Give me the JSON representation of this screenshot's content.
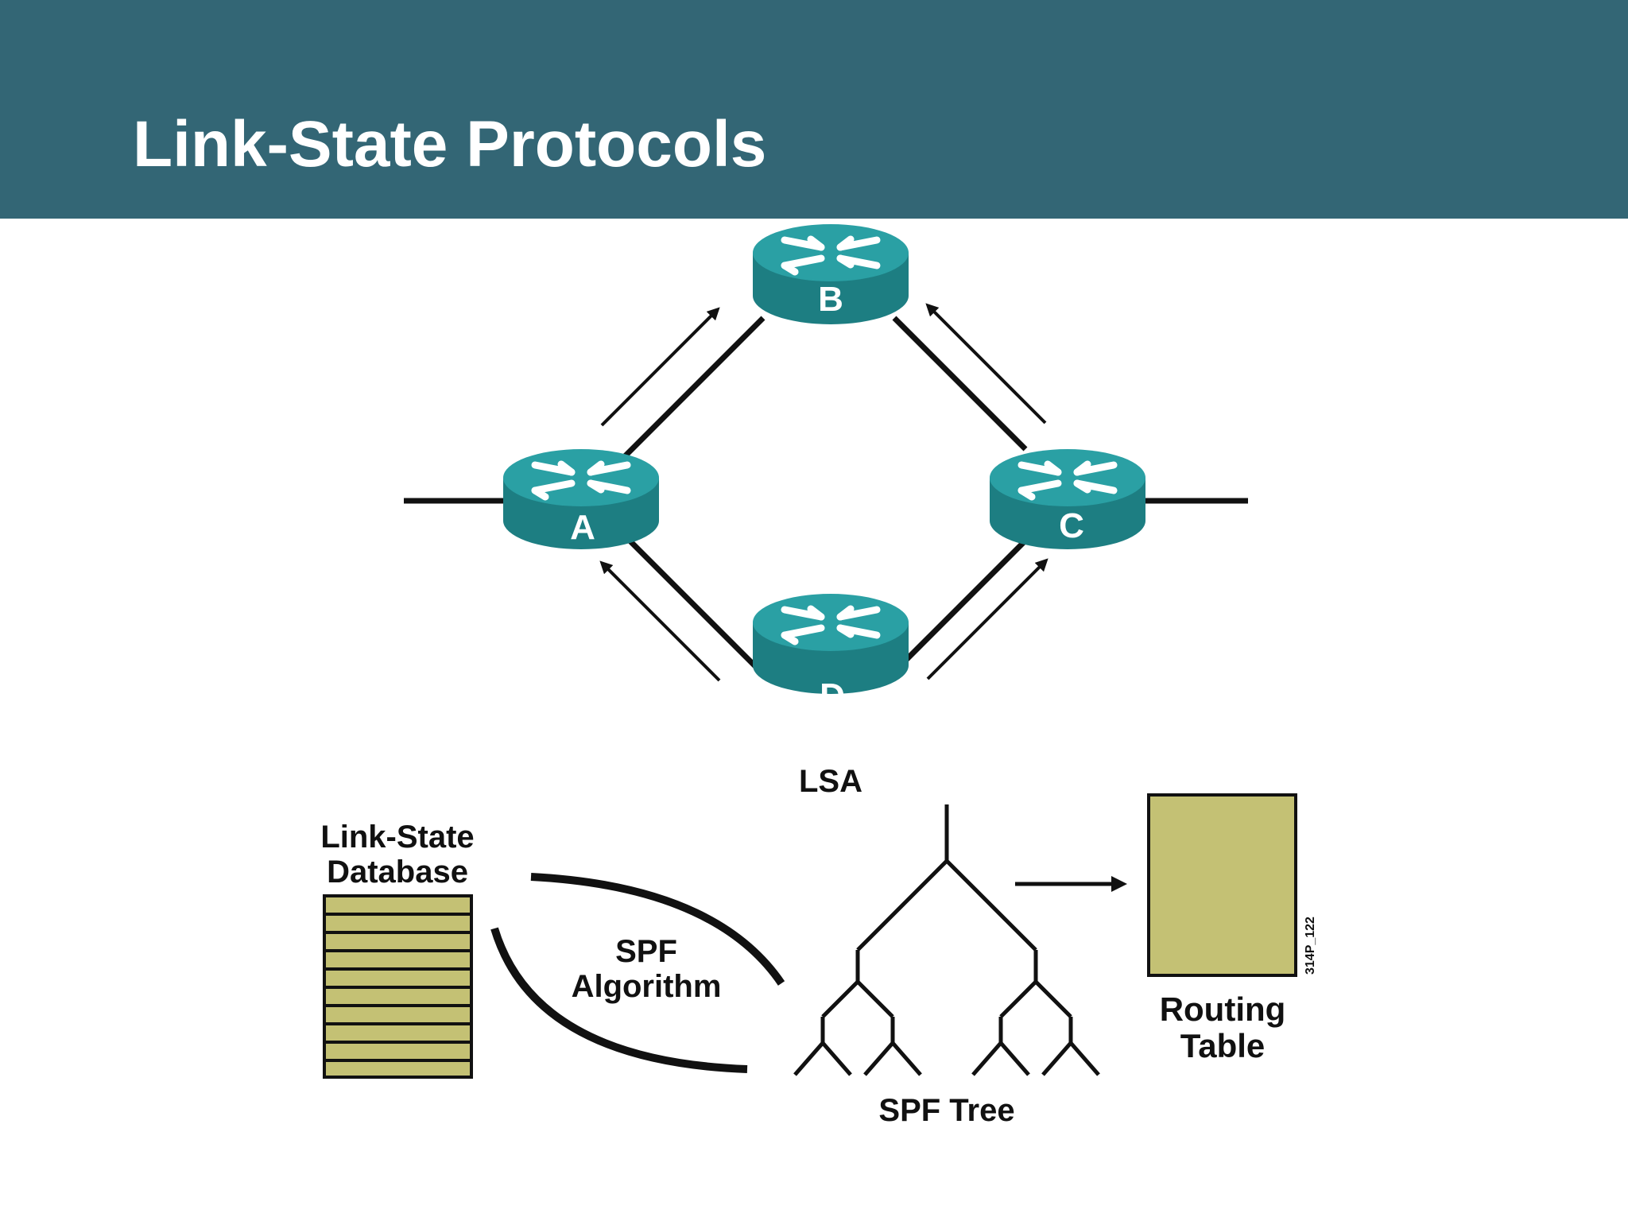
{
  "slide": {
    "title": "Link-State Protocols"
  },
  "colors": {
    "header_bg": "#336675",
    "router_top": "#2aa0a4",
    "router_side": "#1d7e82",
    "database_fill": "#c4c174",
    "routing_table_fill": "#c4c174"
  },
  "routers": [
    {
      "label": "A",
      "icon": "router-icon"
    },
    {
      "label": "B",
      "icon": "router-icon"
    },
    {
      "label": "C",
      "icon": "router-icon"
    },
    {
      "label": "D",
      "icon": "router-icon"
    }
  ],
  "labels": {
    "lsa": "LSA",
    "database_line1": "Link-State",
    "database_line2": "Database",
    "spf_line1": "SPF",
    "spf_line2": "Algorithm",
    "spf_tree": "SPF Tree",
    "routing_line1": "Routing",
    "routing_line2": "Table",
    "figure_id": "314P_122"
  }
}
